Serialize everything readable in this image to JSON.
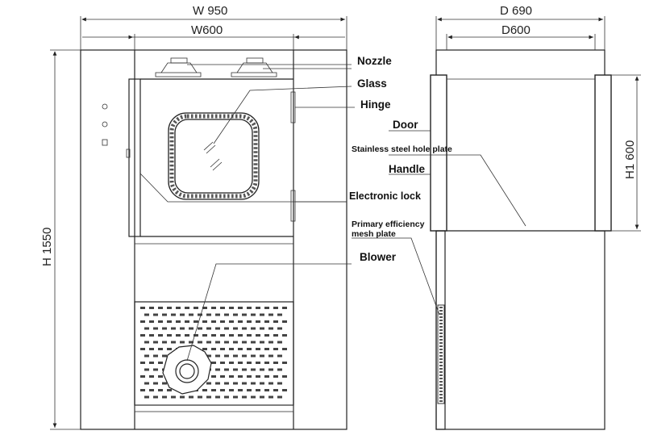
{
  "dimensions": {
    "overall_width": "W 950",
    "inner_width": "W600",
    "overall_depth": "D  690",
    "inner_depth": "D600",
    "overall_height": "H 1550",
    "inner_height": "H1 600"
  },
  "callouts": {
    "nozzle": "Nozzle",
    "glass": "Glass",
    "hinge": "Hinge",
    "door": "Door",
    "stainless_plate": "Stainless steel hole plate",
    "handle": "Handle",
    "electronic_lock": "Electronic lock",
    "primary_mesh_line1": "Primary efficiency",
    "primary_mesh_line2": "mesh plate",
    "blower": "Blower"
  }
}
